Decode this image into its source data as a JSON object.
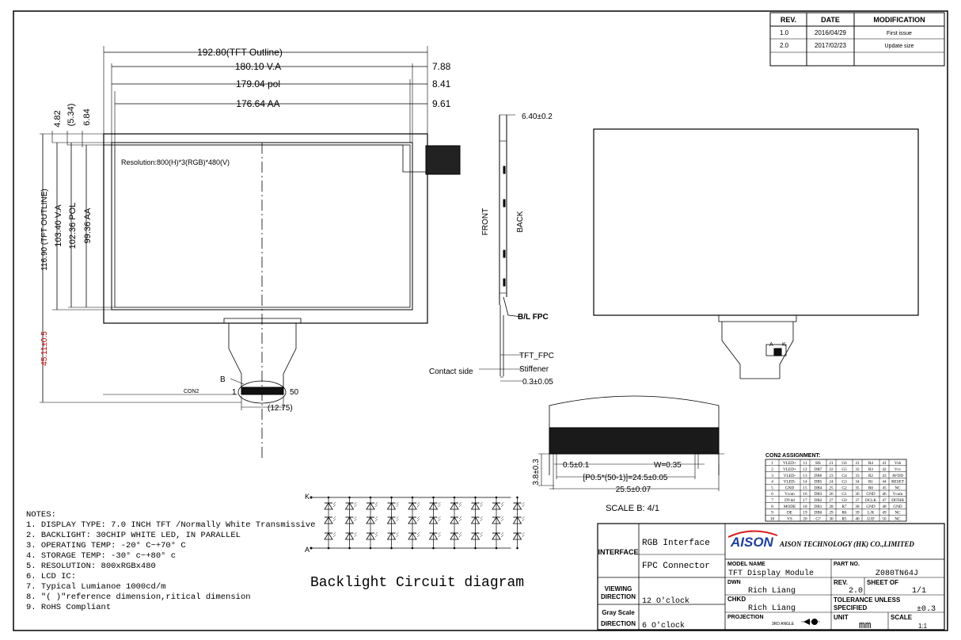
{
  "revision_table": {
    "headers": [
      "REV.",
      "DATE",
      "MODIFICATION"
    ],
    "rows": [
      {
        "rev": "1.0",
        "date": "2016/04/29",
        "mod": "First issue"
      },
      {
        "rev": "2.0",
        "date": "2017/02/23",
        "mod": "Update size"
      }
    ]
  },
  "front_view": {
    "dims_top": [
      "192.80(TFT Outline)",
      "180.10 V.A",
      "179.04 pol",
      "176.64 AA"
    ],
    "dims_right": [
      "7.88",
      "8.41",
      "9.61"
    ],
    "dims_vert_top": [
      "4.82",
      "(5.34)",
      "6.84"
    ],
    "dims_vert": [
      "116.90 (TFT OUTLINE)",
      "103.40 V.A",
      "102.36 POL",
      "99.36 AA"
    ],
    "dim_red": "45.11±0.5",
    "resolution": "Resolution:800(H)*3(RGB)*480(V)",
    "label_b": "B",
    "con2": "CON2",
    "pin_1": "1",
    "pin_50": "50",
    "dim_1275": "(12.75)"
  },
  "side_view": {
    "dim_thickness": "6.40±0.2",
    "front": "FRONT",
    "back": "BACK",
    "bl_fpc": "B/L FPC",
    "tft_fpc": "TFT_FPC",
    "contact_side": "Contact side",
    "stiffener": "Stiffener",
    "dim_03": "0.3±0.05"
  },
  "back_view": {
    "label_a": "A",
    "label_k": "K"
  },
  "scale_b": {
    "dim_05": "0.5±0.1",
    "dim_w": "W=0.35",
    "pitch": "[P0.5*(50-1)]=24.5±0.05",
    "total": "25.5±0.07",
    "height": "3.8±0.3",
    "caption": "SCALE B: 4/1"
  },
  "con2_table": {
    "title": "CON2 ASSIGNMENT:",
    "rows": [
      [
        "1",
        "VLED+",
        "11",
        "HS",
        "21",
        "G6",
        "31",
        "R4",
        "41",
        "Vsh"
      ],
      [
        "2",
        "VLED+",
        "12",
        "DB7",
        "22",
        "G5",
        "32",
        "R3",
        "42",
        "Vcc"
      ],
      [
        "3",
        "VLED-",
        "13",
        "DB6",
        "23",
        "G4",
        "33",
        "R2",
        "43",
        "AVDD"
      ],
      [
        "4",
        "VLED-",
        "14",
        "DB5",
        "24",
        "G3",
        "34",
        "R1",
        "44",
        "RESET"
      ],
      [
        "5",
        "GND",
        "15",
        "DB4",
        "25",
        "G2",
        "35",
        "R0",
        "45",
        "NC"
      ],
      [
        "6",
        "Vcom",
        "16",
        "DB3",
        "26",
        "G1",
        "36",
        "GND",
        "46",
        "Vcom"
      ],
      [
        "7",
        "DVdd",
        "17",
        "DB2",
        "27",
        "G0",
        "37",
        "DCLK",
        "47",
        "DITHB"
      ],
      [
        "8",
        "MODE",
        "18",
        "DB1",
        "28",
        "R7",
        "38",
        "GND",
        "48",
        "GND"
      ],
      [
        "9",
        "DE",
        "19",
        "DB0",
        "29",
        "R6",
        "39",
        "L/R",
        "49",
        "NC"
      ],
      [
        "10",
        "VS",
        "20",
        "G7",
        "30",
        "R5",
        "40",
        "U/D",
        "50",
        "NC"
      ]
    ]
  },
  "backlight": {
    "label_k": "K",
    "label_a": "A",
    "title": "Backlight Circuit diagram"
  },
  "notes": {
    "title": "NOTES:",
    "items": [
      "1. DISPLAY TYPE: 7.0 INCH TFT /Normally White Transmissive",
      "2. BACKLIGHT: 30CHIP WHITE LED, IN PARALLEL",
      "3. OPERATING TEMP: -20° C~+70° C",
      "4. STORAGE TEMP: -30° c~+80° c",
      "5. RESOLUTION: 800xRGBx480",
      "6. LCD IC:",
      "7. Typical Lumianoe   1000cd/m",
      "8. \"( )\"reference dimension,ritical dimension",
      "9. RoHS Compliant"
    ]
  },
  "title_block": {
    "interface": "INTERFACE",
    "rgb": "RGB Interface",
    "fpc": "FPC Connector",
    "logo": "AISON",
    "company": "AISON TECHNOLOGY (HK) CO.,LIMITED",
    "model_name_label": "MODEL NAME",
    "model_name": "TFT Display Module",
    "part_no_label": "PART NO.",
    "part_no": "Z080TN64J",
    "viewing_label": "VIEWING DIRECTION",
    "viewing": "12 O'clock",
    "dwn_label": "DWN",
    "dwn": "Rich Liang",
    "rev_label": "REV.",
    "rev": "2.0",
    "sheet_label": "SHEET OF",
    "sheet": "1/1",
    "gray_label": "Gray Scale DIRECTION",
    "gray": "6 O'clock",
    "chkd_label": "CHKD",
    "chkd": "Rich Liang",
    "tol_label": "TOLERANCE UNLESS SPECIFIED",
    "tol": "±0.3",
    "projection_label": "PROJECTION",
    "angle": "3RD ANGLE",
    "unit_label": "UNIT",
    "unit": "mm",
    "scale_label": "SCALE",
    "scale": "1:1"
  },
  "colors": {
    "line": "#000000",
    "red": "#d00000",
    "logo_blue": "#1f3f9a",
    "logo_red": "#d91e1e"
  }
}
